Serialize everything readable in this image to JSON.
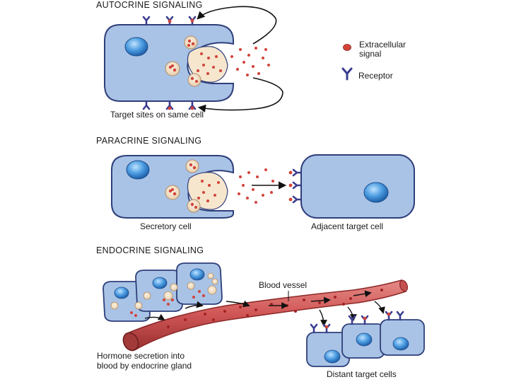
{
  "sections": {
    "autocrine": {
      "title": "AUTOCRINE SIGNALING",
      "caption": "Target sites on same cell"
    },
    "paracrine": {
      "title": "PARACRINE SIGNALING",
      "secretory_caption": "Secretory cell",
      "target_caption": "Adjacent target cell"
    },
    "endocrine": {
      "title": "ENDOCRINE SIGNALING",
      "vessel_label": "Blood vessel",
      "gland_caption_line1": "Hormone secretion into",
      "gland_caption_line2": "blood by endocrine gland",
      "target_caption": "Distant target cells"
    }
  },
  "legend": {
    "signal_label_line1": "Extracellular",
    "signal_label_line2": "signal",
    "receptor_label": "Receptor"
  },
  "colors": {
    "cell_fill": "#a9c3e6",
    "cell_stroke": "#2f3f7a",
    "nucleus": "#3f8fd6",
    "vesicle": "#f3e2c8",
    "signal": "#d2433a",
    "receptor": "#3a3d8f",
    "vessel": "#cf5b5b",
    "vessel_dark": "#8e2a2a"
  }
}
